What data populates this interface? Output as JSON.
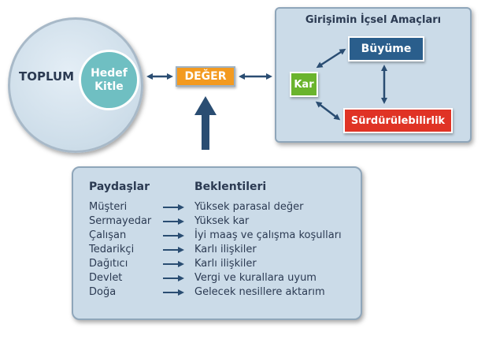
{
  "society": {
    "label": "TOPLUM",
    "target_line1": "Hedef",
    "target_line2": "Kitle"
  },
  "value": {
    "label": "DEĞER"
  },
  "goals": {
    "title": "Girişimin İçsel Amaçları",
    "growth": "Büyüme",
    "profit": "Kar",
    "sustainability": "Sürdürülebilirlik"
  },
  "stakeholders": {
    "header_left": "Paydaşlar",
    "header_right": "Beklentileri",
    "rows": [
      {
        "name": "Müşteri",
        "expectation": "Yüksek parasal değer"
      },
      {
        "name": "Sermayedar",
        "expectation": "Yüksek kar"
      },
      {
        "name": "Çalışan",
        "expectation": "İyi maaş ve çalışma koşulları"
      },
      {
        "name": "Tedarikçi",
        "expectation": "Karlı ilişkiler"
      },
      {
        "name": "Dağıtıcı",
        "expectation": "Karlı ilişkiler"
      },
      {
        "name": "Devlet",
        "expectation": "Vergi ve kurallara uyum"
      },
      {
        "name": "Doğa",
        "expectation": "Gelecek nesillere aktarım"
      }
    ]
  },
  "colors": {
    "navy": "#2a5e8c",
    "orange": "#f39a1f",
    "green": "#6ab42d",
    "red": "#e03325",
    "teal": "#6fbfc2",
    "panel": "#cbdbe8"
  }
}
